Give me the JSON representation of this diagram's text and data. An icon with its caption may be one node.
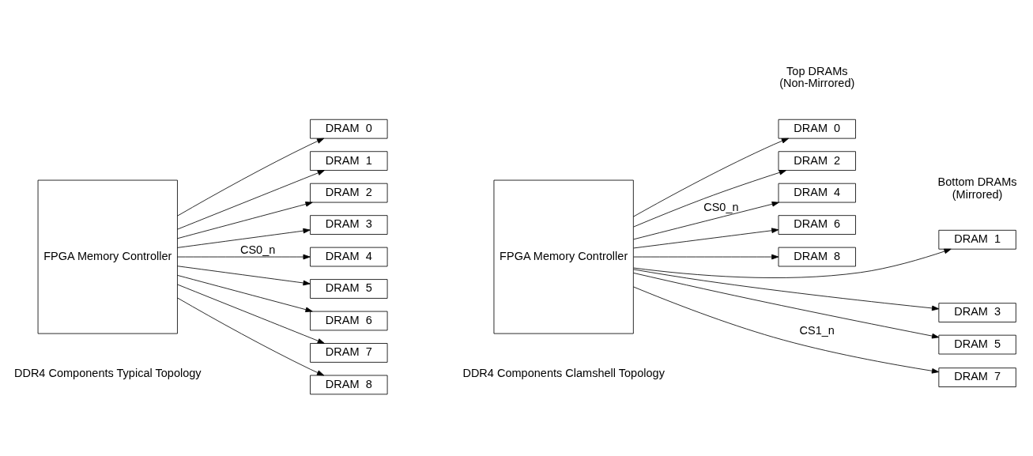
{
  "diagram": {
    "nodes": [
      {
        "text": [
          "FPGA Memory Controller"
        ]
      },
      {
        "text": [
          "DRAM  0"
        ]
      },
      {
        "text": [
          "DRAM  1"
        ]
      },
      {
        "text": [
          "DRAM  2"
        ]
      },
      {
        "text": [
          "DRAM  3"
        ]
      },
      {
        "text": [
          "DRAM  4"
        ]
      },
      {
        "text": [
          "DRAM  5"
        ]
      },
      {
        "text": [
          "DRAM  6"
        ]
      },
      {
        "text": [
          "DRAM  7"
        ]
      },
      {
        "text": [
          "DRAM  8"
        ]
      },
      {
        "text": [
          "FPGA Memory Controller"
        ]
      },
      {
        "text": [
          "DRAM  0"
        ]
      },
      {
        "text": [
          "DRAM  2"
        ]
      },
      {
        "text": [
          "DRAM  4"
        ]
      },
      {
        "text": [
          "DRAM  6"
        ]
      },
      {
        "text": [
          "DRAM  8"
        ]
      },
      {
        "text": [
          "DRAM  1"
        ]
      },
      {
        "text": [
          "DRAM  3"
        ]
      },
      {
        "text": [
          "DRAM  5"
        ]
      },
      {
        "text": [
          "DRAM  7"
        ]
      }
    ],
    "edges": [
      {
        "from": 0,
        "to": 1,
        "arrow": "to"
      },
      {
        "from": 0,
        "to": 2,
        "arrow": "to"
      },
      {
        "from": 0,
        "to": 3,
        "arrow": "to"
      },
      {
        "from": 0,
        "to": 4,
        "arrow": "to"
      },
      {
        "from": 0,
        "to": 5,
        "arrow": "to",
        "label": "CS0_n"
      },
      {
        "from": 0,
        "to": 6,
        "arrow": "to"
      },
      {
        "from": 0,
        "to": 7,
        "arrow": "to"
      },
      {
        "from": 0,
        "to": 8,
        "arrow": "to"
      },
      {
        "from": 0,
        "to": 9,
        "arrow": "to"
      },
      {
        "from": 10,
        "to": 11,
        "arrow": "to"
      },
      {
        "from": 10,
        "to": 12,
        "arrow": "to"
      },
      {
        "from": 10,
        "to": 13,
        "arrow": "to",
        "label": "CS0_n"
      },
      {
        "from": 10,
        "to": 14,
        "arrow": "to"
      },
      {
        "from": 10,
        "to": 15,
        "arrow": "to"
      },
      {
        "from": 10,
        "to": 16,
        "arrow": "to"
      },
      {
        "from": 10,
        "to": 17,
        "arrow": "to"
      },
      {
        "from": 10,
        "to": 18,
        "arrow": "to"
      },
      {
        "from": 10,
        "to": 19,
        "arrow": "to",
        "label": "CS1_n"
      }
    ],
    "labels": [
      "Top DRAMs (Non-Mirrored)",
      "Bottom DRAMs (Mirrored)",
      "DDR4 Components Typical Topology",
      "DDR4 Components Clamshell Topology"
    ]
  }
}
